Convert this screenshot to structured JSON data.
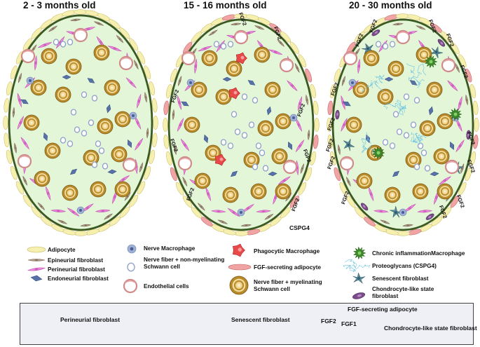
{
  "titles": [
    "2 - 3 months old",
    "15 - 16 months old",
    "20 - 30 months old"
  ],
  "fgf_label": "FGF2",
  "cspg_label": "CSPG4",
  "legend": {
    "adipocyte": "Adipocyte",
    "epineurial": "Epineurial fibroblast",
    "perineurial": "Perineurial fibroblast",
    "endoneurial": "Endoneurial fibroblast",
    "nerve_macrophage": "Nerve Macrophage",
    "nonmyelinating": "Nerve fiber + non-myelinating Schwann cell",
    "endothelial": "Endothelial cells",
    "phagocytic": "Phagocytic Macrophage",
    "fgf_adipocyte": "FGF-secreting adipocyte",
    "myelinating": "Nerve fiber + myelinating Schwann cell",
    "chronic": "Chronic inflammationMacrophage",
    "proteoglycans": "Proteoglycans (CSPG4)",
    "senescent": "Senescent fibroblast",
    "chondrocyte": "Chondrocyte-like state fibroblast"
  },
  "bottom": {
    "perineurial": "Perineurial fibroblast",
    "senescent": "Senescent fibroblast",
    "fgf_adipocyte": "FGF-secreting adipocyte",
    "fgf2": "FGF2",
    "fgf1": "FGF1",
    "chondrocyte": "Chondrocyte-like state fibroblast"
  },
  "colors": {
    "ellipse_fill": "#e3f6d8",
    "ellipse_stroke": "#3a5a22",
    "adipocyte": "#f5f0b0",
    "perineurial": "#f08ce0",
    "epineurial": "#b3a08c",
    "endoneurial": "#5872a8",
    "myelin_outer": "#b88a2a",
    "myelin_ring": "#f2dc9c",
    "macrophage": "#9fb2d6",
    "phagocytic": "#e84a4a",
    "fgf_adipocyte": "#f0a4a4",
    "chronic": "#3d8a2a",
    "proteoglycan": "#66c0e0",
    "senescent": "#58889a",
    "chondrocyte": "#7a4a8a"
  }
}
